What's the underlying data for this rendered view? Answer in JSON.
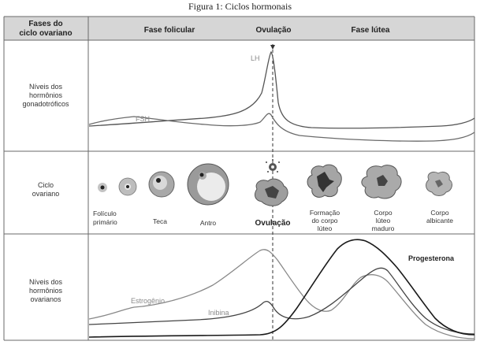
{
  "figure_title": "Figura 1: Ciclos hormonais",
  "header": {
    "col1_line1": "Fases do",
    "col1_line2": "ciclo ovariano",
    "phase_follicular": "Fase folicular",
    "phase_ovulation": "Ovulação",
    "phase_luteal": "Fase lútea"
  },
  "rows": {
    "gonadotropic": [
      "Níveis dos",
      "hormônios",
      "gonadotróficos"
    ],
    "cycle": [
      "Ciclo",
      "ovariano"
    ],
    "ovarian": [
      "Níveis dos",
      "hormônios",
      "ovarianos"
    ]
  },
  "gonadotropic_labels": {
    "lh": "LH",
    "fsh": "FSH"
  },
  "stages": {
    "primary_follicle": [
      "Folículo",
      "primário"
    ],
    "theca": "Teca",
    "antrum": "Antro",
    "ovulation": "Ovulação",
    "corpus_formation": [
      "Formação",
      "do corpo",
      "lúteo"
    ],
    "mature_corpus": [
      "Corpo",
      "lúteo",
      "maduro"
    ],
    "corpus_albicans": [
      "Corpo",
      "albicante"
    ]
  },
  "ovarian_labels": {
    "estrogen": "Estrogênio",
    "inhibin": "Inibina",
    "progesterone": "Progesterona"
  },
  "colors": {
    "grid": "#6a6a6a",
    "header_bg": "#d6d6d6",
    "curve_dark": "#1a1a1a",
    "curve_mid": "#555555",
    "curve_light": "#9a9a9a",
    "tissue": "#9e9e9e",
    "tissue_dark": "#555555"
  }
}
